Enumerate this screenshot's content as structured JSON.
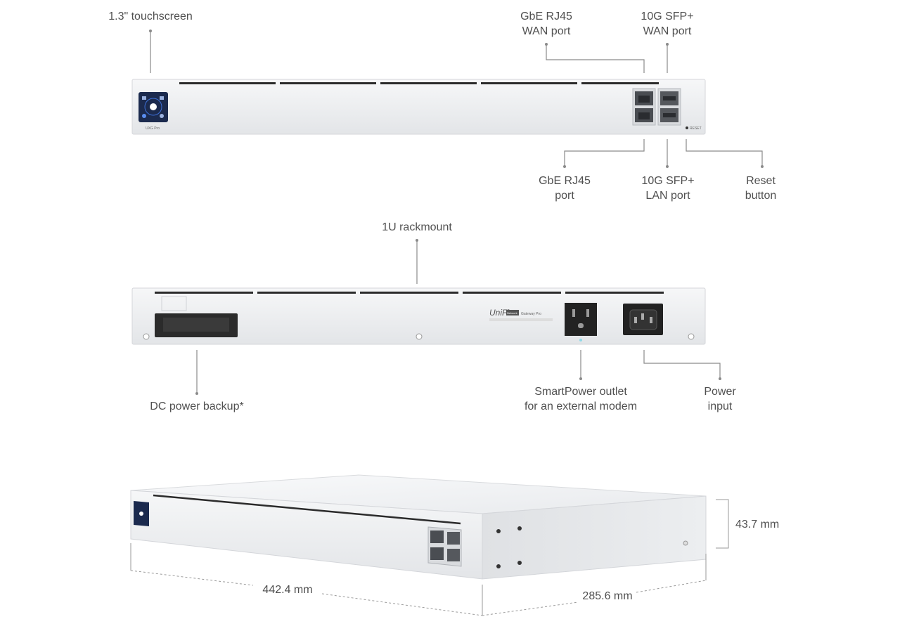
{
  "front": {
    "touchscreen": "1.3\" touchscreen",
    "rj45_wan": [
      "GbE RJ45",
      "WAN port"
    ],
    "sfp_wan": [
      "10G SFP+",
      "WAN port"
    ],
    "rj45_lan": [
      "GbE RJ45",
      "port"
    ],
    "sfp_lan": [
      "10G SFP+",
      "LAN port"
    ],
    "reset": [
      "Reset",
      "button"
    ],
    "badge": "UXG Pro",
    "reset_print": "RESET"
  },
  "rear": {
    "rackmount": "1U rackmount",
    "dc_backup": "DC power backup*",
    "smartpower": [
      "SmartPower outlet",
      "for an external modem"
    ],
    "power_input": [
      "Power",
      "input"
    ],
    "brand_logo": "UniFi",
    "brand_badge": "Network",
    "product": "Gateway Pro"
  },
  "dimensions": {
    "height": "43.7 mm",
    "width": "442.4 mm",
    "depth": "285.6 mm"
  },
  "colors": {
    "chassis": "#eeeff1",
    "vent": "#2b2b2b",
    "screen": "#1b2a4e",
    "callout": "#8a8a8a"
  }
}
